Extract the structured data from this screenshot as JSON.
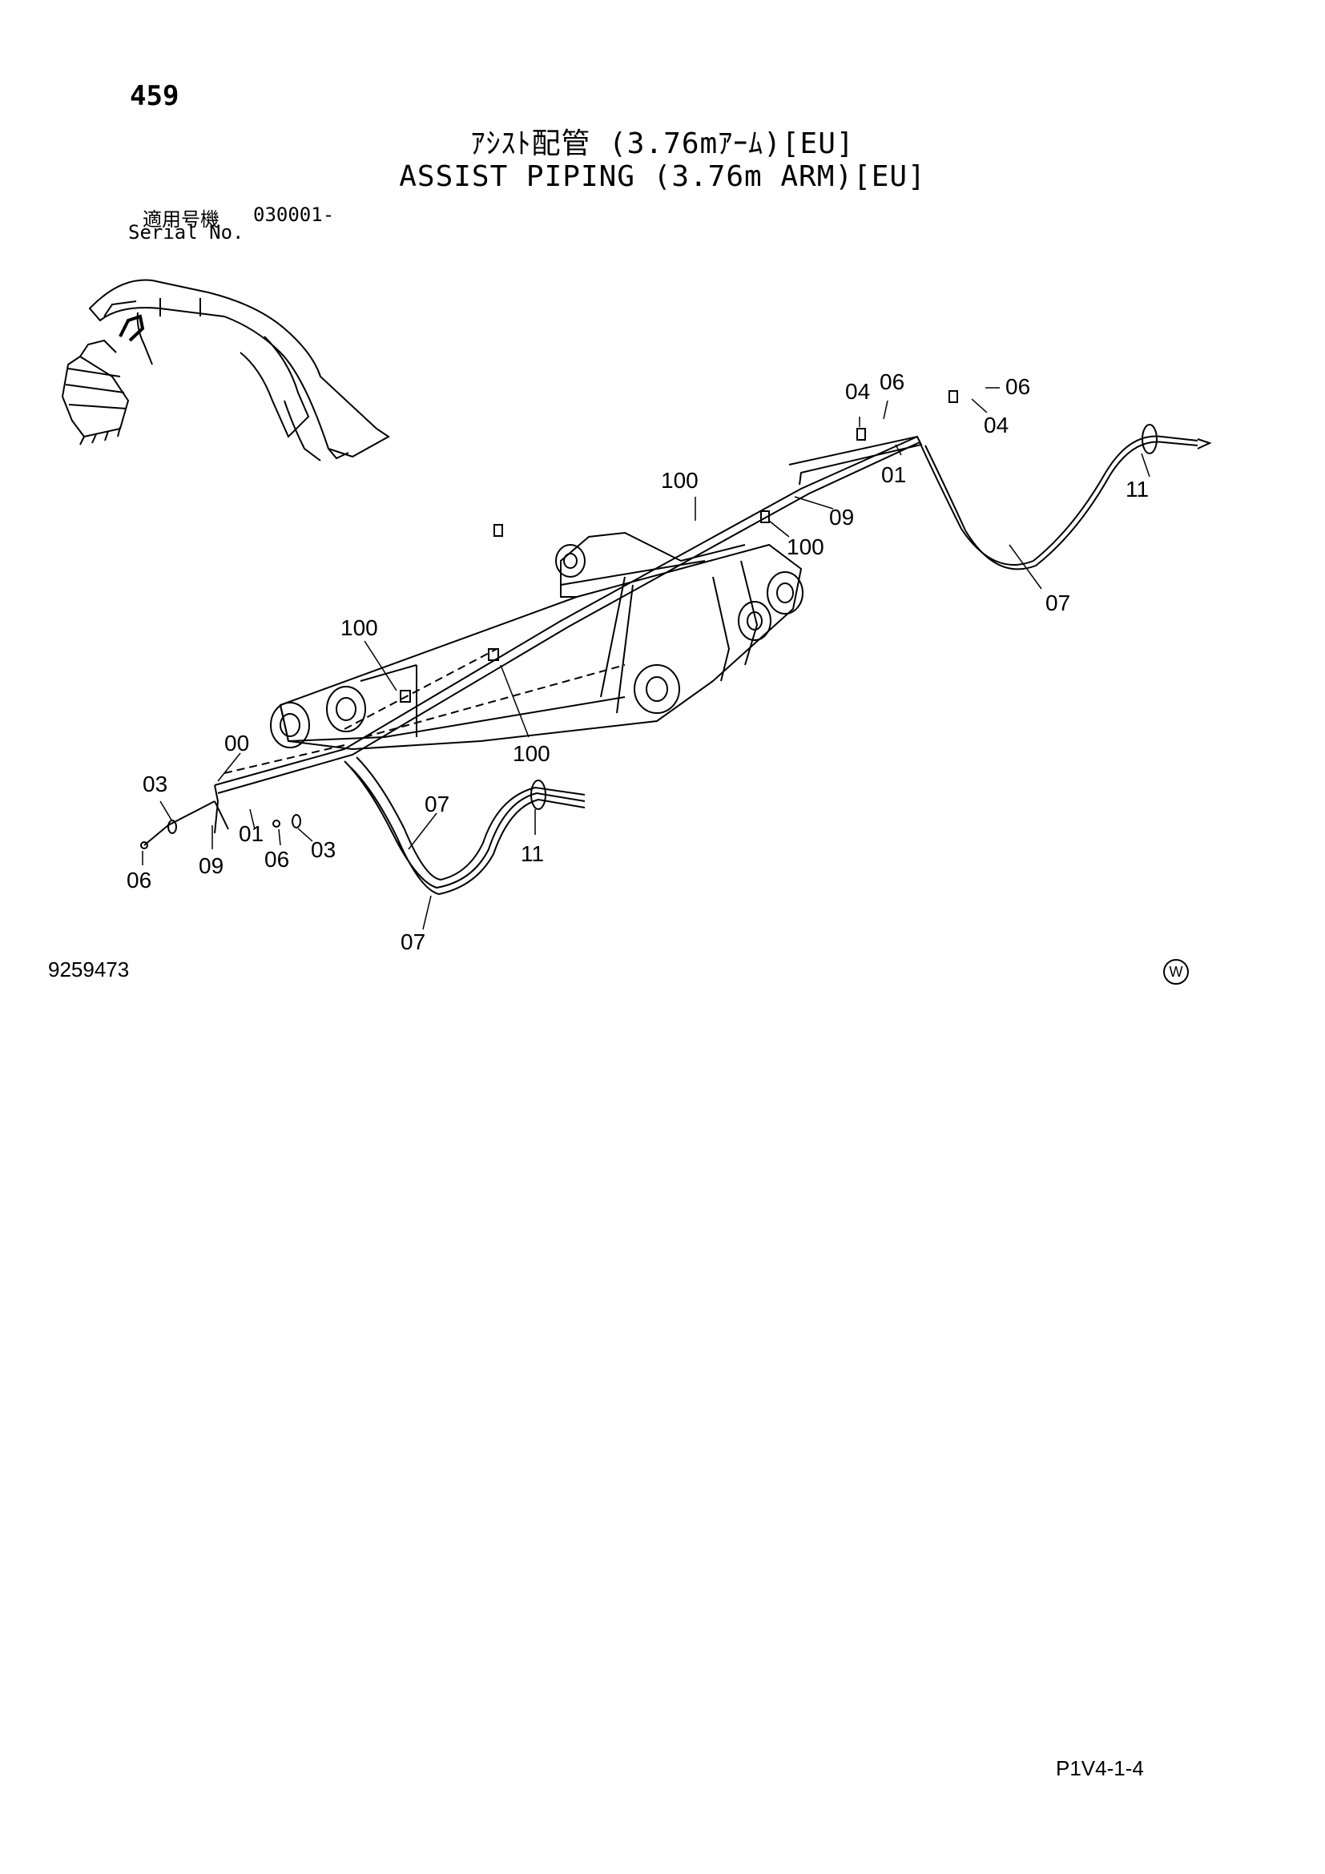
{
  "header": {
    "page_number": "459",
    "title_jp": "ｱｼｽﾄ配管 (3.76mｱｰﾑ)[EU]",
    "title_en": "ASSIST PIPING (3.76m ARM)[EU]",
    "serial_label_jp": "適用号機",
    "serial_value": "030001-",
    "serial_label_en": "Serial No."
  },
  "callouts": {
    "c04_top": "04",
    "c06_top": "06",
    "c06_right": "06",
    "c04_right": "04",
    "c01_right": "01",
    "c11_right": "11",
    "c100_a": "100",
    "c09_right": "09",
    "c100_b": "100",
    "c07_right": "07",
    "c100_c": "100",
    "c100_d": "100",
    "c00": "00",
    "c03_left": "03",
    "c06_left": "06",
    "c09_left": "09",
    "c01_left": "01",
    "c06_mid": "06",
    "c03_mid": "03",
    "c07_mid": "07",
    "c11_mid": "11",
    "c07_bottom": "07"
  },
  "footer": {
    "drawing_number": "9259473",
    "w_mark": "W",
    "page_code": "P1V4-1-4"
  }
}
